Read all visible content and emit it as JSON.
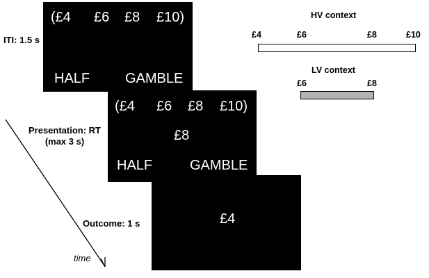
{
  "colors": {
    "screen_bg": "#000000",
    "screen_text": "#ffffff",
    "hv_bar": "#ffffff",
    "lv_bar": "#b3b3b3"
  },
  "phases": {
    "iti": {
      "label": "ITI: 1.5 s",
      "options": [
        "(£4",
        "£6",
        "£8",
        "£10)"
      ],
      "half": "HALF",
      "gamble": "GAMBLE"
    },
    "presentation": {
      "label_line1": "Presentation: RT",
      "label_line2": "(max 3 s)",
      "options": [
        "(£4",
        "£6",
        "£8",
        "£10)"
      ],
      "offer": "£8",
      "half": "HALF",
      "gamble": "GAMBLE"
    },
    "outcome": {
      "label": "Outcome:  1 s",
      "value": "£4"
    }
  },
  "time_label": "time",
  "hv_context": {
    "title": "HV context",
    "ticks": [
      "£4",
      "£6",
      "£8",
      "£10"
    ]
  },
  "lv_context": {
    "title": "LV context",
    "ticks": [
      "£6",
      "£8"
    ]
  }
}
